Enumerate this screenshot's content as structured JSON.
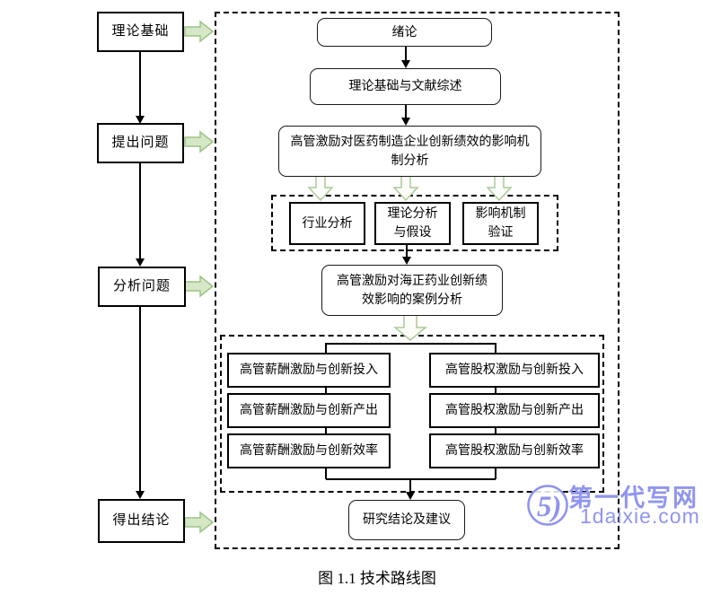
{
  "figure": {
    "caption": "图 1.1  技术路线图"
  },
  "stages": {
    "items": [
      {
        "label": "理论基础"
      },
      {
        "label": "提出问题"
      },
      {
        "label": "分析问题"
      },
      {
        "label": "得出结论"
      }
    ]
  },
  "flow": {
    "intro": "绪论",
    "literature": "理论基础与文献综述",
    "mechanism": "高管激励对医药制造企业创新绩效的影响机制分析",
    "mechanism_parts": [
      {
        "label": "行业分析"
      },
      {
        "label": "理论分析与假设"
      },
      {
        "label": "影响机制验证"
      }
    ],
    "case_study": "高管激励对海正药业创新绩效影响的案例分析",
    "case_dimensions": {
      "salary": [
        {
          "label": "高管薪酬激励与创新投入"
        },
        {
          "label": "高管薪酬激励与创新产出"
        },
        {
          "label": "高管薪酬激励与创新效率"
        }
      ],
      "equity": [
        {
          "label": "高管股权激励与创新投入"
        },
        {
          "label": "高管股权激励与创新产出"
        },
        {
          "label": "高管股权激励与创新效率"
        }
      ]
    },
    "conclusion": "研究结论及建议"
  },
  "watermark": {
    "logo_glyph": "5)",
    "site_name": "第一代写网",
    "site_url": "1daixie.com",
    "color": "#9095ef"
  },
  "colors": {
    "line": "#000000",
    "stage_arrow_fill": "#d6e7c8",
    "stage_arrow_stroke": "#9bc383",
    "flow_arrow_fill": "#fcfdfa",
    "flow_arrow_stroke": "#adc998"
  }
}
